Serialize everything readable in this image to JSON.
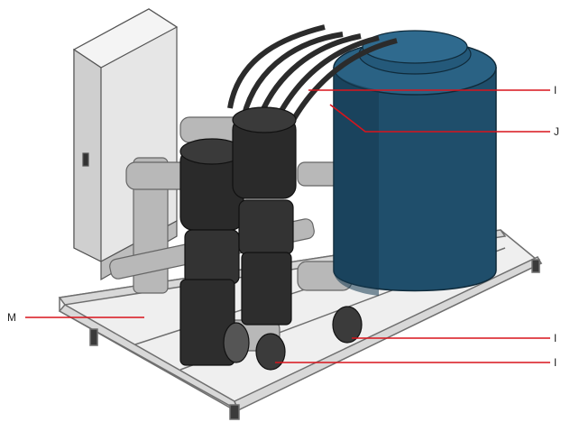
{
  "diagram": {
    "callouts": [
      {
        "id": "top-1",
        "label": "I"
      },
      {
        "id": "top-2",
        "label": "J"
      },
      {
        "id": "left",
        "label": "M"
      },
      {
        "id": "right-1",
        "label": "I"
      },
      {
        "id": "right-2",
        "label": "I"
      }
    ],
    "colors": {
      "leader_line": "#d9141c",
      "tank": "#1f4e6b",
      "tank_shadow": "#153a52",
      "frame": "#d8d8d8",
      "cabinet": "#e6e6e6",
      "motor": "#2a2a2a",
      "pipe": "#b8b8b8"
    }
  }
}
